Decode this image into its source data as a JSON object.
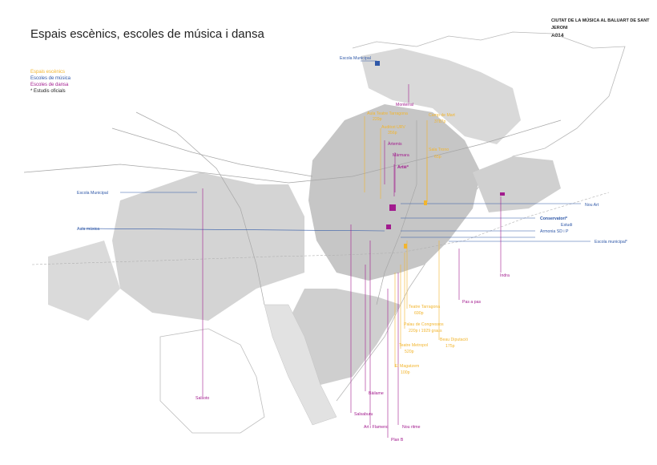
{
  "title": "Espais escènics, escoles de música i dansa",
  "header": {
    "line1": "CIUTAT DE LA MÚSICA AL BALUART DE SANT JERONI",
    "code": "A014"
  },
  "legend": [
    {
      "label": "Espais escènics",
      "color": "#f2b52e"
    },
    {
      "label": "Escoles de música",
      "color": "#2f58a8"
    },
    {
      "label": "Escoles de dansa",
      "color": "#a21b8e"
    },
    {
      "label": "* Estudis oficials",
      "color": "#222222"
    }
  ],
  "colors": {
    "scenic": "#f2b52e",
    "music": "#2f58a8",
    "dance": "#a21b8e",
    "block": "#c9c9c9",
    "road": "#a7a7a7"
  },
  "labels": {
    "music": [
      "Escola Municipal",
      "Escola  Municipal",
      "Aula música",
      "Nou Art",
      "Conservatori*",
      "Estudi",
      "Armonia SD i P",
      "Escola municipal*"
    ],
    "dance": [
      "Monterral",
      "Àrtemis",
      "Màrmara",
      "Artié*",
      "Indra",
      "Pas a pas",
      "Salsoto",
      "Bàilame",
      "Salsaburu",
      "Art i Flamenc",
      "Nou ritme",
      "Plan B"
    ],
    "scenic": [
      "Aula Teatre Tarragona",
      "229p",
      "Auditori URV",
      "356p",
      "Camp de Mart",
      "3787p",
      "Sala Trono",
      "65p",
      "Teatre Tarragona",
      "690p",
      "Palau de Congressos",
      "220p i 1929 graus",
      "Teatre Metropol",
      "520p",
      "El Magatzem",
      "100p",
      "Beau Diputació",
      "175p"
    ]
  }
}
